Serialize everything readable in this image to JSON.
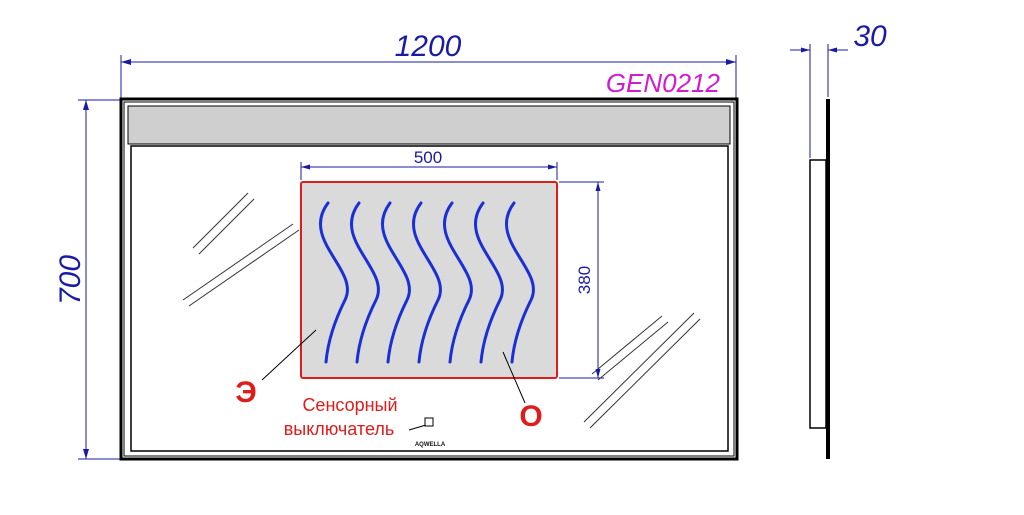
{
  "drawing": {
    "model": "GEN0212",
    "width_mm": "1200",
    "height_mm": "700",
    "depth_mm": "30",
    "heater_width_mm": "500",
    "heater_height_mm": "380",
    "brand": "AQWELLA"
  },
  "labels": {
    "switch_line1": "Сенсорный",
    "switch_line2": "выключатель",
    "marker_left": "Э",
    "marker_right": "О"
  },
  "colors": {
    "dimension": "#1a1aa6",
    "model": "#d11ad1",
    "heater_border": "#e01b1b",
    "waves": "#1a2fd6"
  }
}
